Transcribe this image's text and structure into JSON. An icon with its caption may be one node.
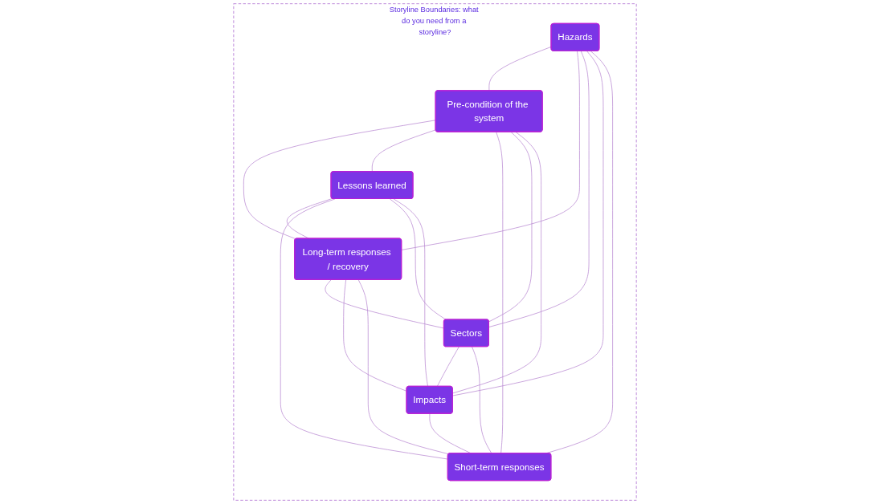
{
  "diagram": {
    "nodes": [
      {
        "text": [
          "Storyline Boundaries: what do you need from a storyline?"
        ]
      },
      {
        "text": [
          "Hazards"
        ],
        "in": 0
      },
      {
        "text": [
          "Pre-condition of the system"
        ],
        "in": 0
      },
      {
        "text": [
          "Long-term responses / recovery"
        ],
        "in": 0
      },
      {
        "text": [
          "Lessons learned"
        ],
        "in": 0
      },
      {
        "text": [
          "Short-term responses"
        ],
        "in": 0
      },
      {
        "text": [
          "Sectors"
        ],
        "in": 0
      },
      {
        "text": [
          "Impacts"
        ],
        "in": 0
      }
    ],
    "edges": [
      {
        "from": 1,
        "to": 2,
        "arrow": "none"
      },
      {
        "from": 1,
        "to": 3,
        "arrow": "none"
      },
      {
        "from": 1,
        "to": 6,
        "arrow": "none"
      },
      {
        "from": 1,
        "to": 7,
        "arrow": "none"
      },
      {
        "from": 1,
        "to": 5,
        "arrow": "none"
      },
      {
        "from": 2,
        "to": 3,
        "arrow": "none"
      },
      {
        "from": 2,
        "to": 4,
        "arrow": "none"
      },
      {
        "from": 2,
        "to": 5,
        "arrow": "none"
      },
      {
        "from": 2,
        "to": 6,
        "arrow": "none"
      },
      {
        "from": 2,
        "to": 7,
        "arrow": "none"
      },
      {
        "from": 4,
        "to": 3,
        "arrow": "none"
      },
      {
        "from": 4,
        "to": 5,
        "arrow": "none"
      },
      {
        "from": 4,
        "to": 6,
        "arrow": "none"
      },
      {
        "from": 4,
        "to": 7,
        "arrow": "none"
      },
      {
        "from": 3,
        "to": 6,
        "arrow": "none"
      },
      {
        "from": 3,
        "to": 7,
        "arrow": "none"
      },
      {
        "from": 3,
        "to": 5,
        "arrow": "none"
      },
      {
        "from": 6,
        "to": 7,
        "arrow": "none"
      },
      {
        "from": 6,
        "to": 5,
        "arrow": "none"
      },
      {
        "from": 7,
        "to": 5,
        "arrow": "none"
      }
    ]
  }
}
